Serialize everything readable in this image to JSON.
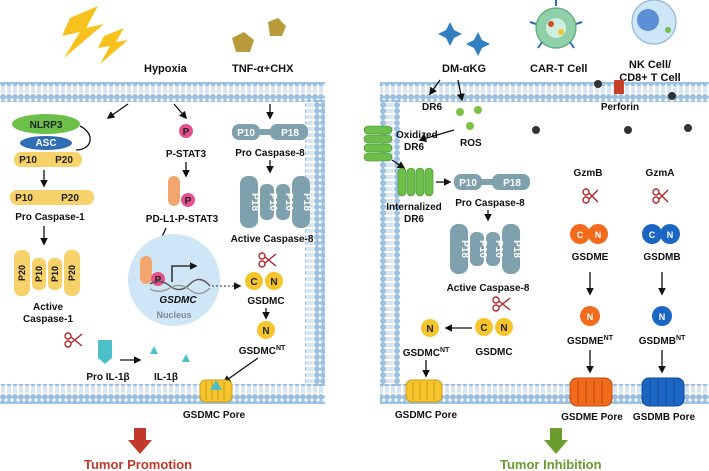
{
  "triggers": {
    "hypoxia": "Hypoxia",
    "tnf_chx": "TNF-α+CHX",
    "dm_akg": "DM-αKG",
    "car_t": "CAR-T Cell",
    "nk_cd8": "NK Cell/",
    "nk_cd8_line2": "CD8+ T Cell"
  },
  "left_cell": {
    "nlrp3": "NLRP3",
    "asc": "ASC",
    "p10": "P10",
    "p20": "P20",
    "pro_caspase1": "Pro Caspase-1",
    "active_caspase1": "Active",
    "active_caspase1_line2": "Caspase-1",
    "p_label": "P",
    "p_stat3": "P-STAT3",
    "pd_l1_p_stat3": "PD-L1-P-STAT3",
    "gsdmc_gene": "GSDMC",
    "nucleus": "Nucleus",
    "p18": "P18",
    "pro_caspase8": "Pro Caspase-8",
    "active_caspase8": "Active Caspase-8",
    "c": "C",
    "n": "N",
    "gsdmc": "GSDMC",
    "gsdmc_nt": "GSDMC",
    "nt_sup": "NT",
    "pro_il1b": "Pro IL-1β",
    "il1b": "IL-1β",
    "gsdmc_pore": "GSDMC Pore"
  },
  "right_cell": {
    "dr6": "DR6",
    "ros": "ROS",
    "perforin": "Perforin",
    "oxidized_dr6": "Oxidized",
    "oxidized_dr6_line2": "DR6",
    "internalized_dr6": "Internalized",
    "internalized_dr6_line2": "DR6",
    "p10": "P10",
    "p18": "P18",
    "pro_caspase8": "Pro Caspase-8",
    "active_caspase8": "Active Caspase-8",
    "gzmb": "GzmB",
    "gzma": "GzmA",
    "c": "C",
    "n": "N",
    "gsdme": "GSDME",
    "gsdmb": "GSDMB",
    "gsdmc": "GSDMC",
    "gsdmc_nt": "GSDMC",
    "gsdme_nt": "GSDME",
    "gsdmb_nt": "GSDMB",
    "nt_sup": "NT",
    "gsdmc_pore": "GSDMC Pore",
    "gsdme_pore": "GSDME Pore",
    "gsdmb_pore": "GSDMB Pore"
  },
  "outcomes": {
    "promotion": "Tumor  Promotion",
    "inhibition": "Tumor Inhibition"
  },
  "colors": {
    "membrane": "#a9c9e6",
    "membrane_head": "#8fb8dc",
    "nlrp3": "#6cc04a",
    "asc": "#2f6db5",
    "caspase1": "#f7d26a",
    "caspase8": "#7fa0ad",
    "phospho": "#e4508e",
    "pdl1": "#f2a66e",
    "nucleus": "#cfe6f7",
    "gsdmc": "#f6c52b",
    "gsdme": "#f26a1b",
    "gsdmb": "#1a66c2",
    "il1b": "#4dbfc9",
    "bolt": "#f7c21b",
    "tnf": "#b89a3a",
    "dmakg": "#2f7fc1",
    "ros": "#7bc144",
    "perforin": "#d8492d",
    "scissors": "#b0282e",
    "promotion": "#c0392b",
    "inhibition": "#6a9c2f"
  }
}
